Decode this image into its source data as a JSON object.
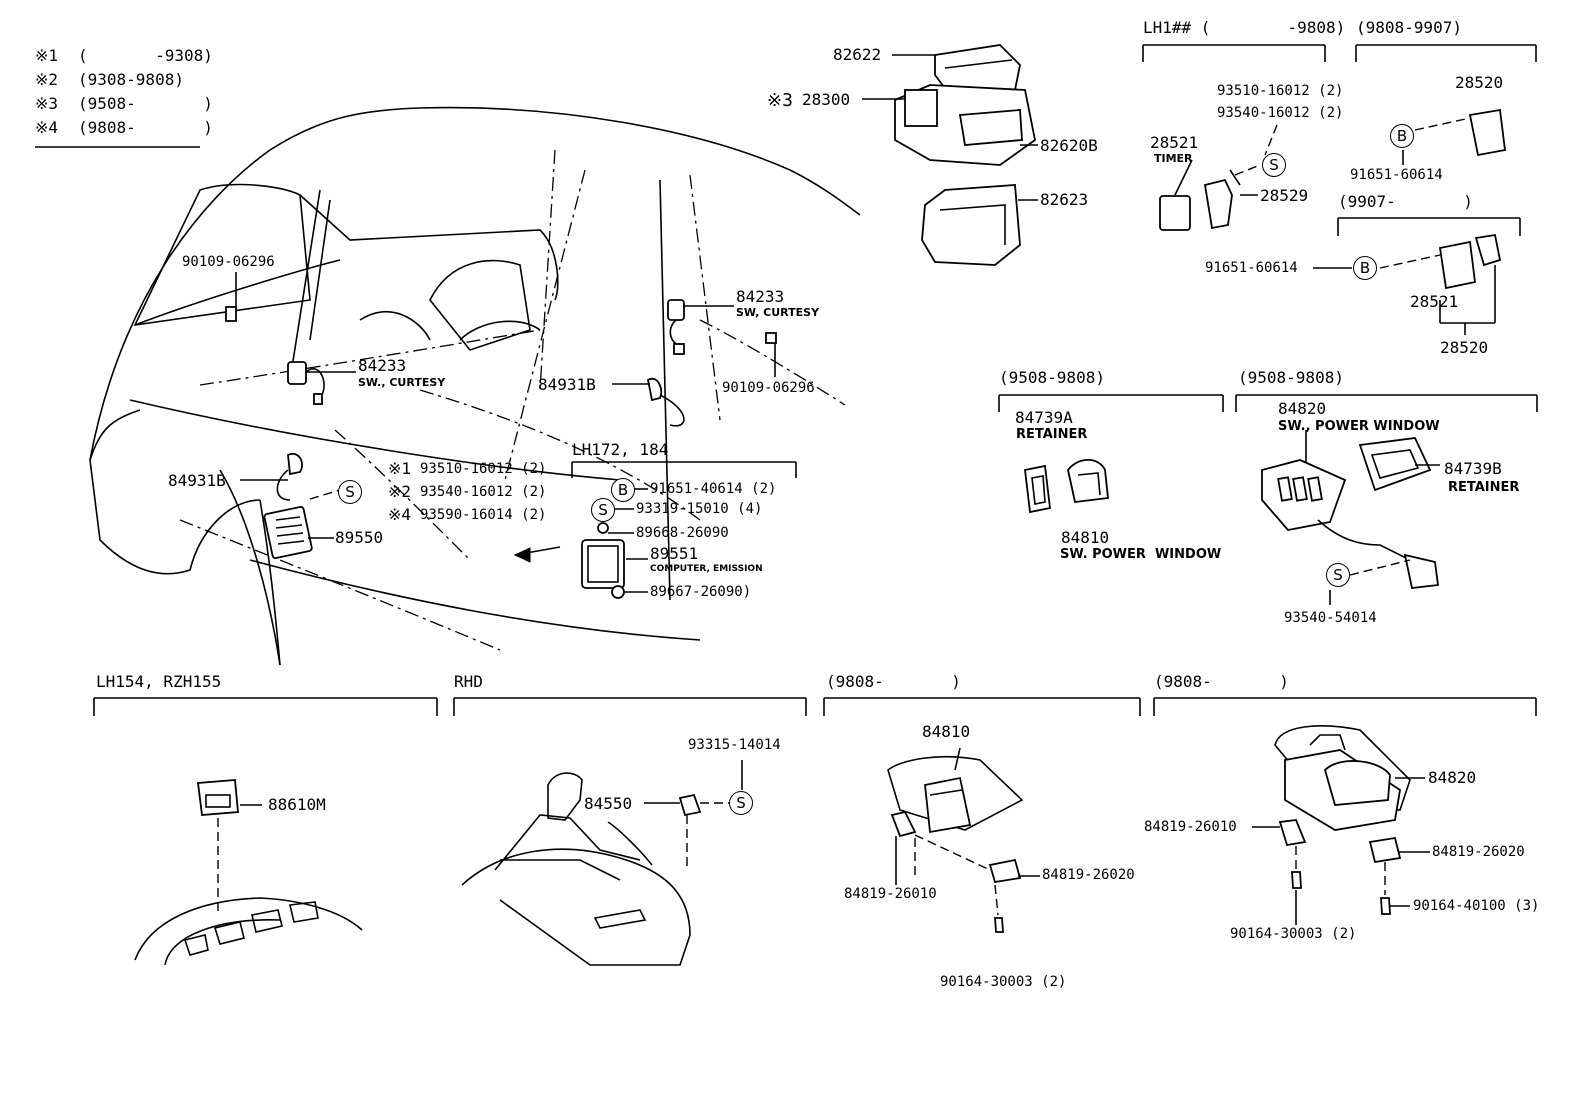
{
  "legend": [
    {
      "mark": "※1",
      "range": "(       -9308)"
    },
    {
      "mark": "※2",
      "range": "(9308-9808)"
    },
    {
      "mark": "※3",
      "range": "(9508-       )"
    },
    {
      "mark": "※4",
      "range": "(9808-       )"
    }
  ],
  "sections": {
    "lh1": "LH1## (        -9808)",
    "r9808_9907": "(9808-9907)",
    "r9907": "(9907-       )",
    "retainer_group": "(9508-9808)",
    "power_group": "(9508-9808)",
    "lh172": "LH172, 184",
    "lh154": "LH154, RZH155",
    "rhd": "RHD",
    "r9808_a": "(9808-       )",
    "r9808_b": "(9808-       )"
  },
  "circle_marks": {
    "s": "S",
    "b": "B"
  },
  "parts": {
    "p82622": "82622",
    "p28300": "28300",
    "p28300_mark": "※3",
    "p82620b": "82620B",
    "p82623": "82623",
    "p93510_top": "93510-16012 (2)",
    "p93540_top": "93540-16012 (2)",
    "p28521_top": "28521",
    "timer": "TIMER",
    "p28529": "28529",
    "p28520_top": "28520",
    "p91651_top": "91651-60614",
    "p91651_mid": "91651-60614",
    "p28521_mid": "28521",
    "p28520_mid": "28520",
    "p90109_left": "90109-06296",
    "p84233_right": "84233",
    "sw_curtesy_right": "SW, CURTESY",
    "p84233_left": "84233",
    "sw_curtesy_left": "SW., CURTESY",
    "p90109_right": "90109-06296",
    "p84931b_right": "84931B",
    "p84931b_left": "84931B",
    "mark1": "※1",
    "p93510_mid": "93510-16012 (2)",
    "mark2": "※2",
    "p93540_mid": "93540-16012 (2)",
    "mark4": "※4",
    "p93590": "93590-16014 (2)",
    "p89550": "89550",
    "p91651_40614": "91651-40614 (2)",
    "p93319": "93319-15010 (4)",
    "p89668": "89668-26090",
    "p89551": "89551",
    "computer_emission": "COMPUTER, EMISSION",
    "p89667": "89667-26090)",
    "p84739a": "84739A",
    "retainer_a": "RETAINER",
    "p84810_a": "84810",
    "sw_power_window_a": "SW. POWER  WINDOW",
    "p84820_a": "84820",
    "sw_power_window_b": "SW., POWER WINDOW",
    "p84739b": "84739B",
    "retainer_b": "RETAINER",
    "p93540_54014": "93540-54014",
    "p88610m": "88610M",
    "p93315": "93315-14014",
    "p84550": "84550",
    "p84810_b": "84810",
    "p84819_26010_a": "84819-26010",
    "p84819_26020_a": "84819-26020",
    "p90164_30003_a": "90164-30003 (2)",
    "p84820_b": "84820",
    "p84819_26010_b": "84819-26010",
    "p84819_26020_b": "84819-26020",
    "p90164_30003_b": "90164-30003 (2)",
    "p90164_40100": "90164-40100 (3)"
  }
}
